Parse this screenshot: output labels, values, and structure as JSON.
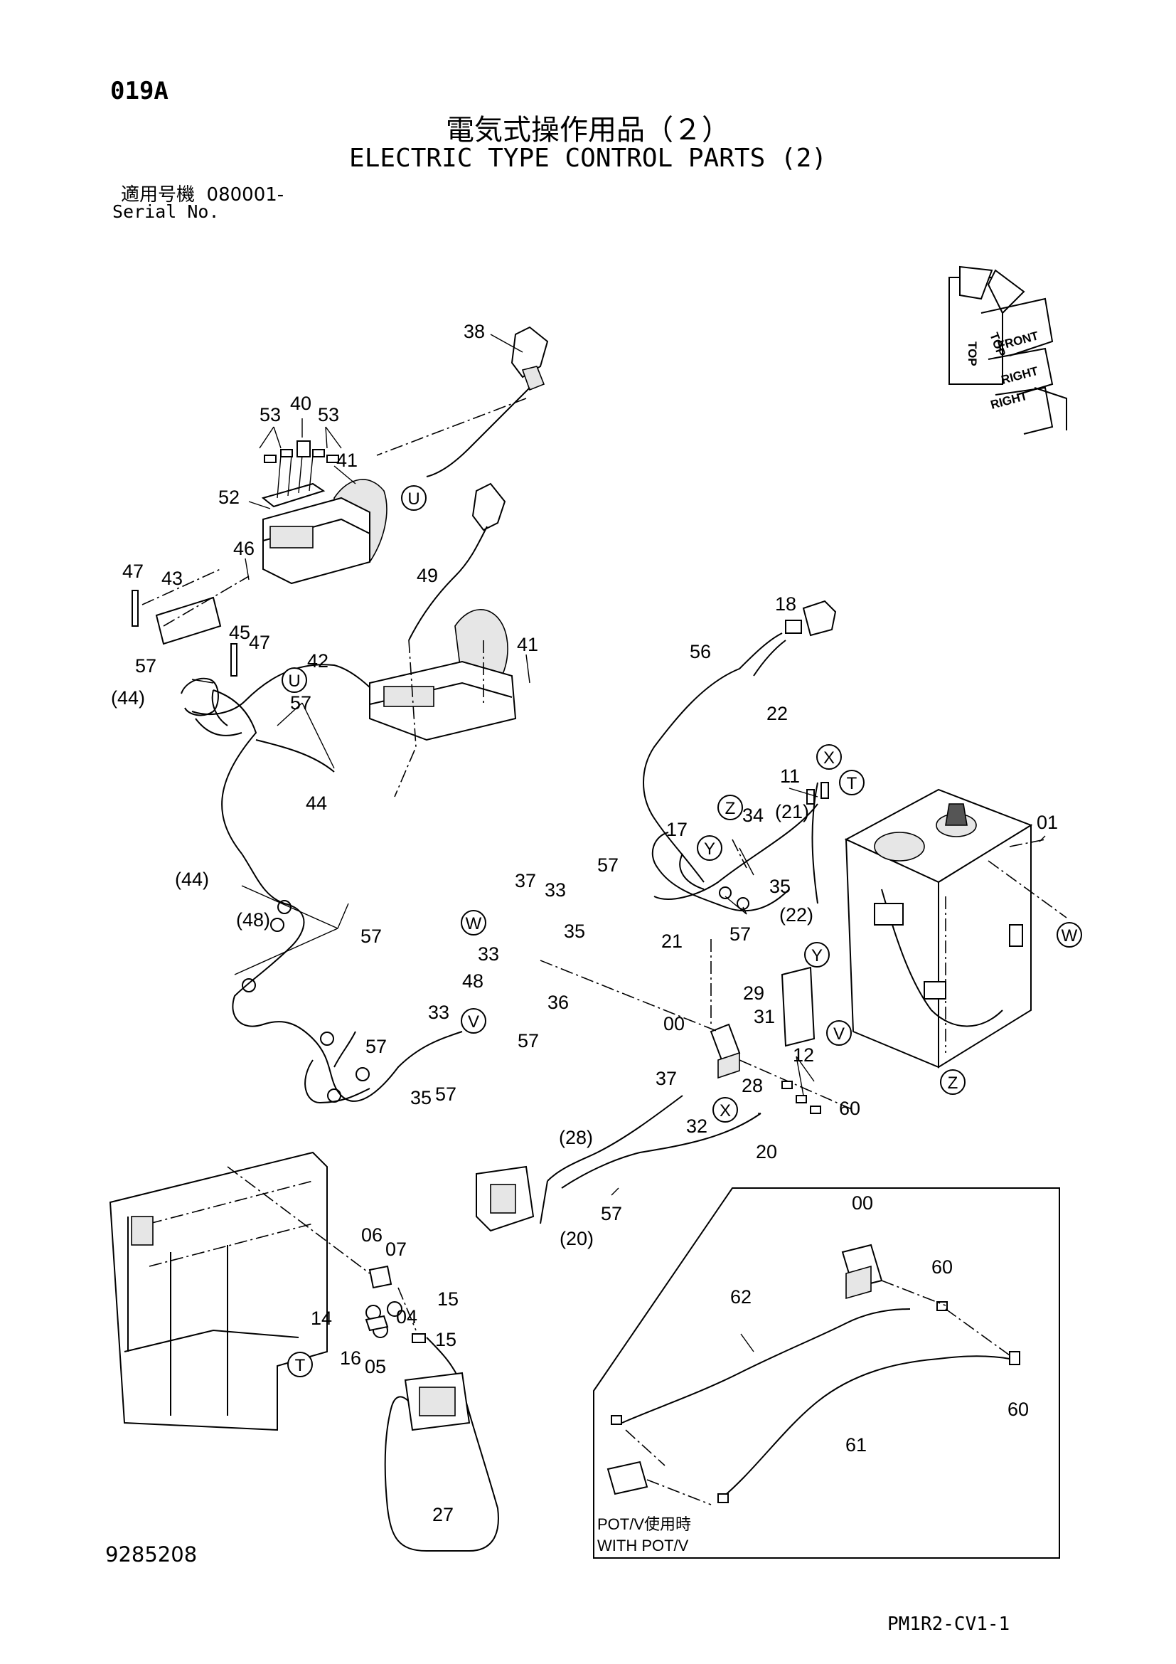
{
  "header": {
    "page_code": "019A",
    "title_ja": "電気式操作用品（２）",
    "title_en": "ELECTRIC TYPE CONTROL PARTS (2)",
    "serial_label_ja": "適用号機",
    "serial_range": "080001-",
    "serial_label_en": "Serial No."
  },
  "orientation": {
    "top": "TOP",
    "front": "FRONT",
    "right": "RIGHT"
  },
  "part_labels": {
    "p38": "38",
    "p40": "40",
    "p53a": "53",
    "p53b": "53",
    "p41a": "41",
    "p52": "52",
    "p46": "46",
    "p47a": "47",
    "p43": "43",
    "p45": "45",
    "p47b": "47",
    "p42": "42",
    "p57a": "57",
    "p44a": "(44)",
    "p57b": "57",
    "p44b": "44",
    "p49": "49",
    "p41b": "41",
    "p44c": "(44)",
    "p48a": "(48)",
    "p57c": "57",
    "p37a": "37",
    "p33a": "33",
    "p35a": "35",
    "p33b": "33",
    "p48b": "48",
    "p36": "36",
    "p33c": "33",
    "p57d": "57",
    "p57e": "57",
    "p35b": "35",
    "p57f": "57",
    "p18": "18",
    "p56": "56",
    "p22a": "22",
    "p11": "11",
    "p17": "17",
    "p34": "34",
    "p21a": "(21)",
    "p57g": "57",
    "p35c": "35",
    "p22b": "(22)",
    "p21b": "21",
    "p57h": "57",
    "p01": "01",
    "p29": "29",
    "p00a": "00",
    "p31": "31",
    "p12": "12",
    "p37b": "37",
    "p28a": "28",
    "p60a": "60",
    "p32": "32",
    "p20a": "20",
    "p28b": "(28)",
    "p57i": "57",
    "p20b": "(20)",
    "p06": "06",
    "p07": "07",
    "p15a": "15",
    "p14": "14",
    "p04": "04",
    "p15b": "15",
    "p16": "16",
    "p05": "05",
    "p27": "27",
    "p00b": "00",
    "p60b": "60",
    "p62": "62",
    "p60c": "60",
    "p61": "61"
  },
  "callouts": {
    "u1": "U",
    "u2": "U",
    "x1": "X",
    "x2": "X",
    "t1": "T",
    "t2": "T",
    "z1": "Z",
    "z2": "Z",
    "y1": "Y",
    "y2": "Y",
    "w1": "W",
    "w2": "W",
    "v1": "V",
    "v2": "V"
  },
  "inset": {
    "note_ja": "POT/V使用時",
    "note_en": "WITH POT/V"
  },
  "footer": {
    "drawing_no": "9285208",
    "sheet_code": "PM1R2-CV1-1"
  }
}
